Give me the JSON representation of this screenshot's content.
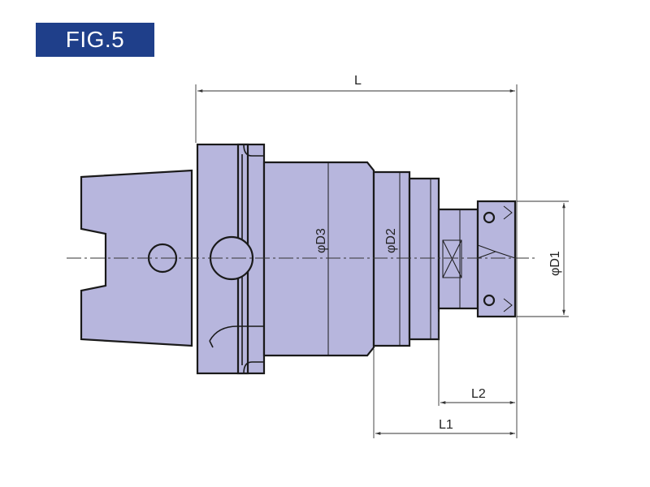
{
  "figure": {
    "label": "FIG.5"
  },
  "dimensions": {
    "L": "L",
    "L1": "L1",
    "L2": "L2",
    "D1": "φD1",
    "D2": "φD2",
    "D3": "φD3"
  },
  "colors": {
    "badge": "#1f3f8a",
    "body": "#b7b6dd"
  }
}
